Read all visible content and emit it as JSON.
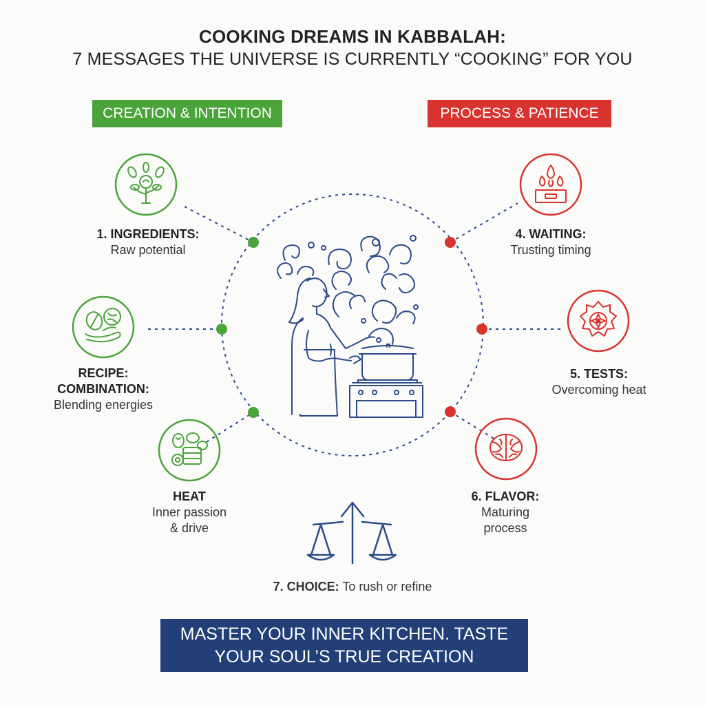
{
  "title": "COOKING DREAMS IN KABBALAH:",
  "subtitle": "7 MESSAGES THE UNIVERSE IS CURRENTLY “COOKING” FOR YOU",
  "colors": {
    "green": "#4aa43a",
    "red": "#d8332e",
    "navy": "#223f78",
    "line": "#2b4a8a"
  },
  "banners": {
    "left": "CREATION & INTENTION",
    "right": "PROCESS & PATIENCE"
  },
  "items": [
    {
      "head": "1. INGREDIENTS:",
      "desc": "Raw potential",
      "icon": "plant-icon"
    },
    {
      "head": "RECIPE:",
      "head2": "COMBINATION:",
      "desc": "Blending energies",
      "icon": "herbs-icon"
    },
    {
      "head": "HEAT",
      "desc": "Inner passion",
      "desc2": "& drive",
      "icon": "jars-icon"
    },
    {
      "head": "4. WAITING:",
      "desc": "Trusting timing",
      "icon": "flame-icon"
    },
    {
      "head": "5. TESTS:",
      "desc": "Overcoming heat",
      "icon": "burner-icon"
    },
    {
      "head": "6. FLAVOR:",
      "desc": "Maturing",
      "desc2": "process",
      "icon": "walnut-icon"
    }
  ],
  "choice": {
    "head": "7. CHOICE:",
    "desc": "To rush or refine",
    "icon": "scales-icon"
  },
  "footer": {
    "line1": "MASTER YOUR INNER KITCHEN. TASTE",
    "line2": "YOUR SOUL’S TRUE CREATION"
  }
}
